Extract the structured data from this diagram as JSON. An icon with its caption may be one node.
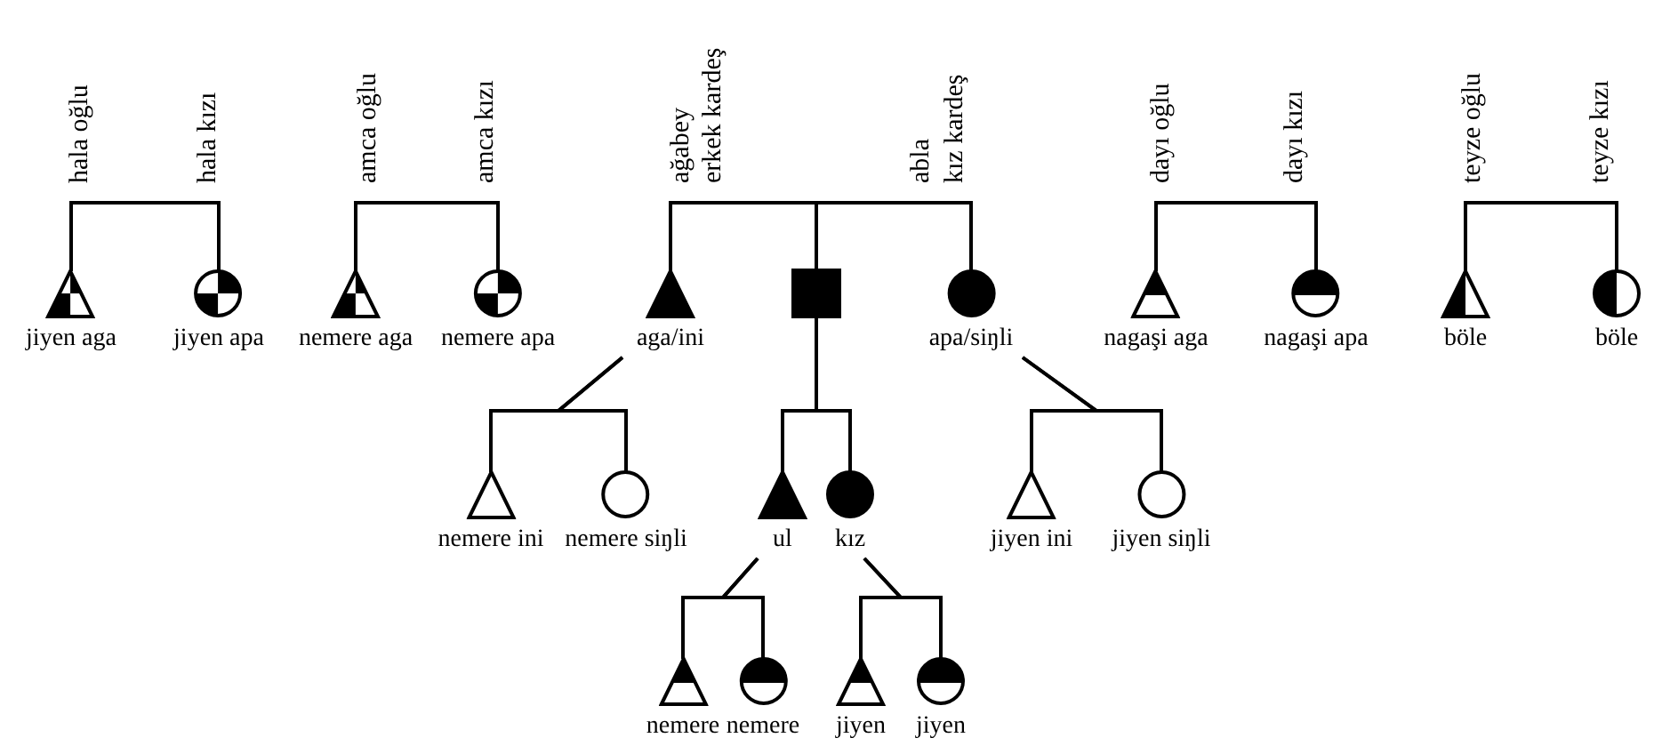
{
  "diagram": {
    "nodes": [
      {
        "text": [
          "jiyen aga"
        ],
        "beside": [
          "hala oğlu"
        ]
      },
      {
        "text": [
          "jiyen apa"
        ],
        "beside": [
          "hala kızı"
        ]
      },
      {
        "text": [
          "nemere aga"
        ],
        "beside": [
          "amca oğlu"
        ]
      },
      {
        "text": [
          "nemere apa"
        ],
        "beside": [
          "amca kızı"
        ]
      },
      {
        "text": [
          "aga/ini"
        ],
        "beside": [
          "ağabey",
          "erkek kardeş"
        ]
      },
      {
        "text": [],
        "shape": "box"
      },
      {
        "text": [
          "apa/siŋli"
        ],
        "beside": [
          "abla",
          "kız kardeş"
        ]
      },
      {
        "text": [
          "nagaşi aga"
        ],
        "beside": [
          "dayı oğlu"
        ]
      },
      {
        "text": [
          "nagaşi apa"
        ],
        "beside": [
          "dayı kızı"
        ]
      },
      {
        "text": [
          "böle"
        ],
        "beside": [
          "teyze oğlu"
        ]
      },
      {
        "text": [
          "böle"
        ],
        "beside": [
          "teyze kızı"
        ]
      },
      {
        "text": [
          "nemere ini"
        ]
      },
      {
        "text": [
          "nemere siŋli"
        ]
      },
      {
        "text": [
          "ul"
        ]
      },
      {
        "text": [
          "kız"
        ]
      },
      {
        "text": [
          "jiyen ini"
        ]
      },
      {
        "text": [
          "jiyen siŋli"
        ]
      },
      {
        "text": [
          "nemere"
        ]
      },
      {
        "text": [
          "nemere"
        ]
      },
      {
        "text": [
          "jiyen"
        ]
      },
      {
        "text": [
          "jiyen"
        ]
      }
    ],
    "edges": [
      {
        "from": 0,
        "to": 1,
        "arrow": "none"
      },
      {
        "from": 2,
        "to": 3,
        "arrow": "none"
      },
      {
        "from": 4,
        "to": 5,
        "arrow": "none"
      },
      {
        "from": 5,
        "to": 6,
        "arrow": "none"
      },
      {
        "from": 7,
        "to": 8,
        "arrow": "none"
      },
      {
        "from": 9,
        "to": 10,
        "arrow": "none"
      },
      {
        "from": 4,
        "to": 11,
        "arrow": "none"
      },
      {
        "from": 4,
        "to": 12,
        "arrow": "none"
      },
      {
        "from": 5,
        "to": 13,
        "arrow": "none"
      },
      {
        "from": 5,
        "to": 14,
        "arrow": "none"
      },
      {
        "from": 6,
        "to": 15,
        "arrow": "none"
      },
      {
        "from": 6,
        "to": 16,
        "arrow": "none"
      },
      {
        "from": 13,
        "to": 17,
        "arrow": "none"
      },
      {
        "from": 13,
        "to": 18,
        "arrow": "none"
      },
      {
        "from": 14,
        "to": 19,
        "arrow": "none"
      },
      {
        "from": 14,
        "to": 20,
        "arrow": "none"
      }
    ]
  }
}
